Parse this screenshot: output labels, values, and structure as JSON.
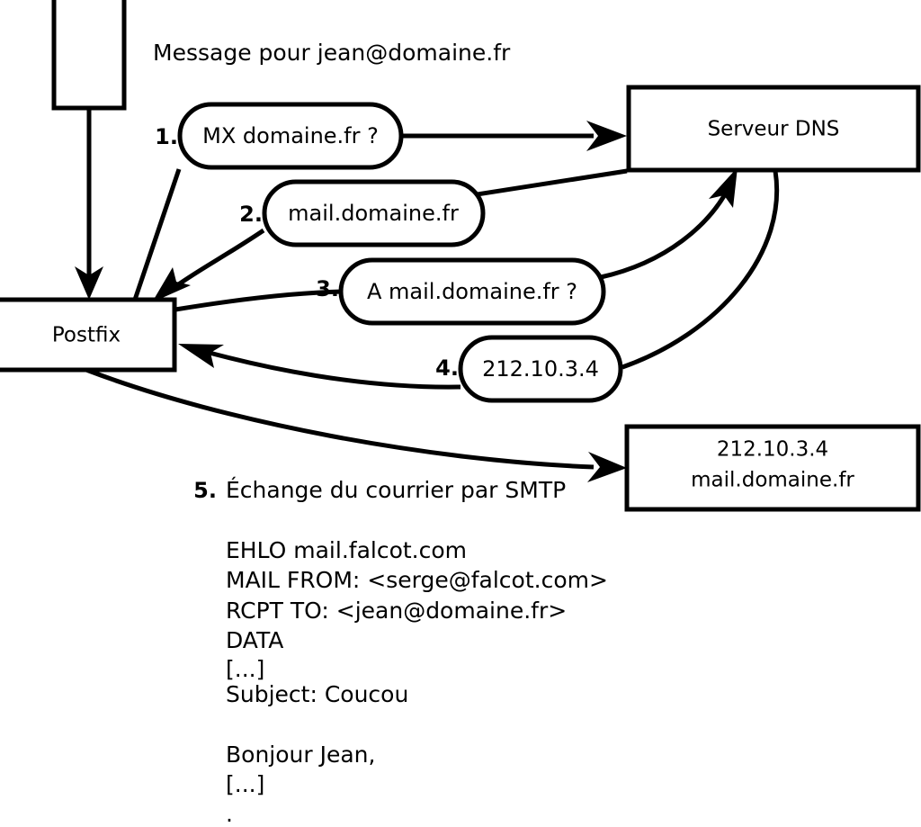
{
  "diagram": {
    "title_caption": "Message pour jean@domaine.fr",
    "nodes": {
      "client_box": {
        "label": ""
      },
      "postfix_box": {
        "label": "Postfix"
      },
      "dns_box": {
        "label": "Serveur DNS"
      },
      "target_box": {
        "line1": "212.10.3.4",
        "line2": "mail.domaine.fr"
      }
    },
    "steps": [
      {
        "num": "1.",
        "label": "MX domaine.fr ?"
      },
      {
        "num": "2.",
        "label": "mail.domaine.fr"
      },
      {
        "num": "3.",
        "label": "A mail.domaine.fr ?"
      },
      {
        "num": "4.",
        "label": "212.10.3.4"
      },
      {
        "num": "5.",
        "label": "Échange du courrier par SMTP"
      }
    ],
    "smtp_transcript": [
      "EHLO mail.falcot.com",
      "MAIL FROM: <serge@falcot.com>",
      "RCPT TO: <jean@domaine.fr>",
      "DATA",
      "[...]",
      "Subject: Coucou",
      "",
      "Bonjour Jean,",
      "[...]",
      "."
    ],
    "colors": {
      "stroke": "#000000",
      "fill": "#ffffff",
      "text": "#000000"
    }
  }
}
